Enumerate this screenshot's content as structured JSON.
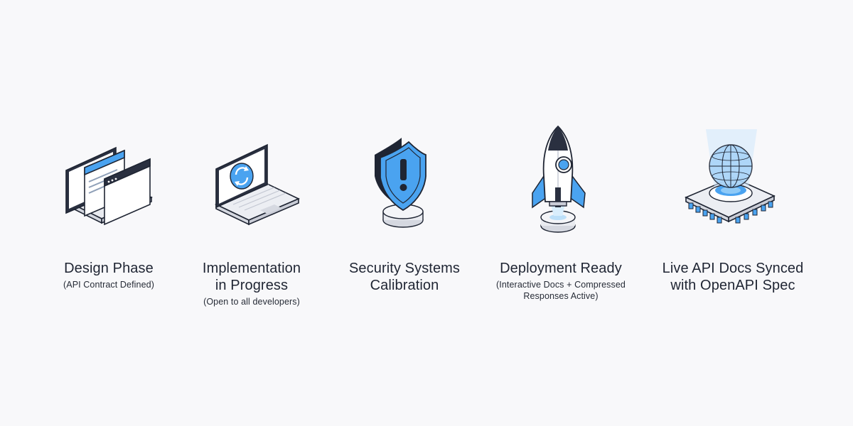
{
  "stages": [
    {
      "title_lines": [
        "Design Phase"
      ],
      "subtitle_lines": [
        "(API Contract Defined)"
      ],
      "icon": "laptop-windows-icon"
    },
    {
      "title_lines": [
        "Implementation",
        "in Progress"
      ],
      "subtitle_lines": [
        "(Open to all developers)"
      ],
      "icon": "laptop-sync-icon"
    },
    {
      "title_lines": [
        "Security Systems",
        "Calibration"
      ],
      "subtitle_lines": [],
      "icon": "shield-warning-icon"
    },
    {
      "title_lines": [
        "Deployment Ready"
      ],
      "subtitle_lines": [
        "(Interactive Docs + Compressed",
        "Responses Active)"
      ],
      "icon": "rocket-icon"
    },
    {
      "title_lines": [
        "Live API Docs Synced",
        "with OpenAPI Spec"
      ],
      "subtitle_lines": [],
      "icon": "globe-chip-icon"
    }
  ],
  "colors": {
    "accent_blue": "#4aa3f0",
    "outline": "#1f2533",
    "light_gray": "#e6e8ee",
    "background": "#f8f8fa"
  }
}
